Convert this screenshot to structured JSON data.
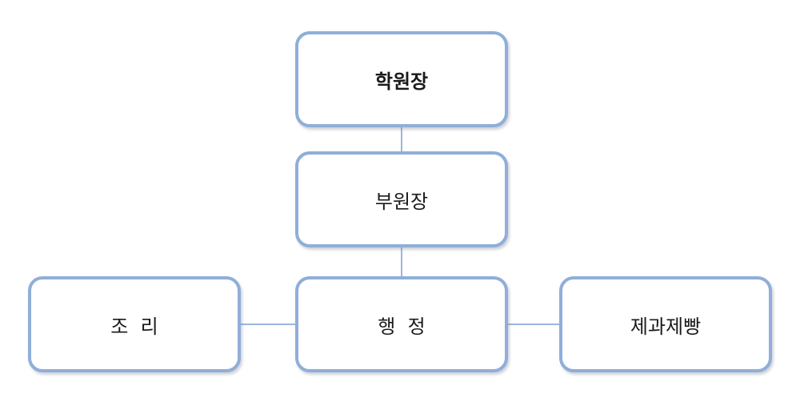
{
  "org_chart": {
    "director": {
      "label": "학원장"
    },
    "vice_director": {
      "label": "부원장"
    },
    "departments": {
      "cooking": {
        "label": "조  리"
      },
      "administration": {
        "label": "행  정"
      },
      "baking": {
        "label": "제과제빵"
      }
    }
  },
  "colors": {
    "node_border": "#90aed8",
    "connector": "#7a9fd4",
    "text": "#1a1a1a"
  }
}
